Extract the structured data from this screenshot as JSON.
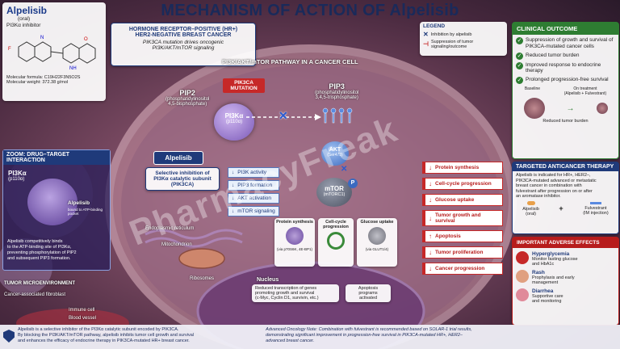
{
  "title": "MECHANISM OF ACTION OF Alpelisib",
  "drug": {
    "name": "Alpelisib",
    "route": "(oral)",
    "class": "PI3Kα inhibitor",
    "formula_label": "Molecular formula:",
    "formula": "C19H22F3N5O2S",
    "weight_label": "Molecular weight:",
    "weight": "372.38 g/mol"
  },
  "header_box": {
    "line1": "HORMONE RECEPTOR–POSITIVE (HR+)",
    "line2": "HER2-NEGATIVE BREAST CANCER",
    "line3": "PIK3CA mutation drives oncogenic",
    "line4": "PI3K/AKT/mTOR signaling"
  },
  "legend": {
    "title": "LEGEND",
    "inhibition": "Inhibition by alpelisib",
    "suppression": "Suppression of tumor signaling/outcome"
  },
  "pathway_title": "PI3K/AKT/mTOR PATHWAY IN A CANCER CELL",
  "pip2": {
    "label": "PIP2",
    "sub1": "(phosphatidylinositol",
    "sub2": "4,5-bisphosphate)"
  },
  "pip3": {
    "label": "PIP3",
    "sub1": "(phosphatidylinositol",
    "sub2": "3,4,5-trisphosphate)"
  },
  "mutation": {
    "line1": "PIK3CA",
    "line2": "MUTATION"
  },
  "pi3k": {
    "label": "PI3Kα",
    "sub": "(p110α)"
  },
  "alpelisib_tag": "Alpelisib",
  "selective_box": {
    "line1": "Selective inhibition of",
    "line2": "PI3Kα catalytic subunit",
    "line3": "(PIK3CA)"
  },
  "effects": [
    {
      "label": "PI3K activity"
    },
    {
      "label": "PIP3 formation"
    },
    {
      "label": "AKT activation"
    },
    {
      "label": "mTOR signaling"
    }
  ],
  "akt": {
    "label": "AKT",
    "sub": "(Ser473)"
  },
  "mtor": {
    "label": "mTOR",
    "sub": "(mTORC1)",
    "p": "P"
  },
  "downstream": [
    {
      "title": "Protein synthesis",
      "sub": "(via p70S6K, 4E-BP1)"
    },
    {
      "title": "Cell-cycle progression",
      "sub": ""
    },
    {
      "title": "Glucose uptake",
      "sub": "(via GLUT1/4)"
    }
  ],
  "red_outcomes": [
    {
      "label": "Protein synthesis"
    },
    {
      "label": "Cell-cycle progression"
    },
    {
      "label": "Glucose uptake"
    },
    {
      "label": "Tumor growth and survival"
    },
    {
      "label": "Apoptosis"
    },
    {
      "label": "Tumor proliferation"
    },
    {
      "label": "Cancer progression"
    }
  ],
  "zoom": {
    "title": "ZOOM: DRUG–TARGET INTERACTION",
    "pi3k": "PI3Kα",
    "pi3k_sub": "(p110α)",
    "alpelisib": "Alpelisib",
    "bound": "bound to ATP-binding pocket",
    "desc1": "Alpelisib competitively binds",
    "desc2": "to the ATP-binding site of PI3Kα,",
    "desc3": "preventing phosphorylation of PIP2",
    "desc4": "and subsequent PIP3 formation."
  },
  "cell_labels": {
    "er": "Endoplasmic reticulum",
    "mito": "Mitochondrion",
    "ribo": "Ribosomes",
    "nucleus": "Nucleus",
    "tme": "TUMOR MICROENVIRONMENT",
    "caf": "Cancer-associated fibroblast",
    "immune": "Immune cell",
    "blood": "Blood vessel"
  },
  "nucleus_box": {
    "line1": "Reduced transcription of genes",
    "line2": "promoting growth and survival",
    "line3": "(c-Myc, Cyclin D1, survivin, etc.)"
  },
  "apoptosis_box": {
    "line1": "Apoptosis",
    "line2": "programs",
    "line3": "activated"
  },
  "clinical": {
    "title": "CLINICAL OUTCOME",
    "items": [
      {
        "text": "Suppression of growth and survival of PIK3CA-mutated cancer cells"
      },
      {
        "text": "Reduced tumor burden"
      },
      {
        "text": "Improved response to endocrine therapy"
      },
      {
        "text": "Prolonged progression-free survival"
      }
    ],
    "baseline": "Baseline",
    "treatment1": "On treatment",
    "treatment2": "(Alpelisib + Fulvestrant)",
    "reduced": "Reduced tumor burden"
  },
  "targeted": {
    "title": "TARGETED ANTICANCER THERAPY",
    "line1": "Alpelisib is indicated for HR+, HER2–,",
    "line2": "PIK3CA-mutated advanced or metastatic",
    "line3": "breast cancer in combination with",
    "line4": "fulvestrant after progression on or after",
    "line5": "an aromatase inhibitor.",
    "drug1": "Alpelisib",
    "drug1_sub": "(oral)",
    "plus": "+",
    "drug2": "Fulvestrant",
    "drug2_sub": "(IM injection)"
  },
  "adverse": {
    "title": "IMPORTANT ADVERSE EFFECTS",
    "items": [
      {
        "name": "Hyperglycemia",
        "line1": "Monitor fasting glucose",
        "line2": "and HbA1c"
      },
      {
        "name": "Rash",
        "line1": "Prophylaxis and early",
        "line2": "management"
      },
      {
        "name": "Diarrhea",
        "line1": "Supportive care",
        "line2": "and monitoring"
      }
    ]
  },
  "footer": {
    "left1": "Alpelisib is a selective inhibitor of the PI3Kα catalytic subunit encoded by PIK3CA.",
    "left2": "By blocking the PI3K/AKT/mTOR pathway, alpelisib inhibits tumor cell growth and survival",
    "left3": "and enhances the efficacy of endocrine therapy in PIK3CA-mutated HR+ breast cancer.",
    "right1": "Advanced Oncology Note: Combination with fulvestrant is recommended based on SOLAR-1 trial results,",
    "right2": "demonstrating significant improvement in progression-free survival in PIK3CA-mutated HR+, HER2–",
    "right3": "advanced breast cancer."
  },
  "watermark": "PharmacyFreak",
  "colors": {
    "navy": "#1f3a7a",
    "red": "#c62828",
    "green": "#2e7d32"
  }
}
